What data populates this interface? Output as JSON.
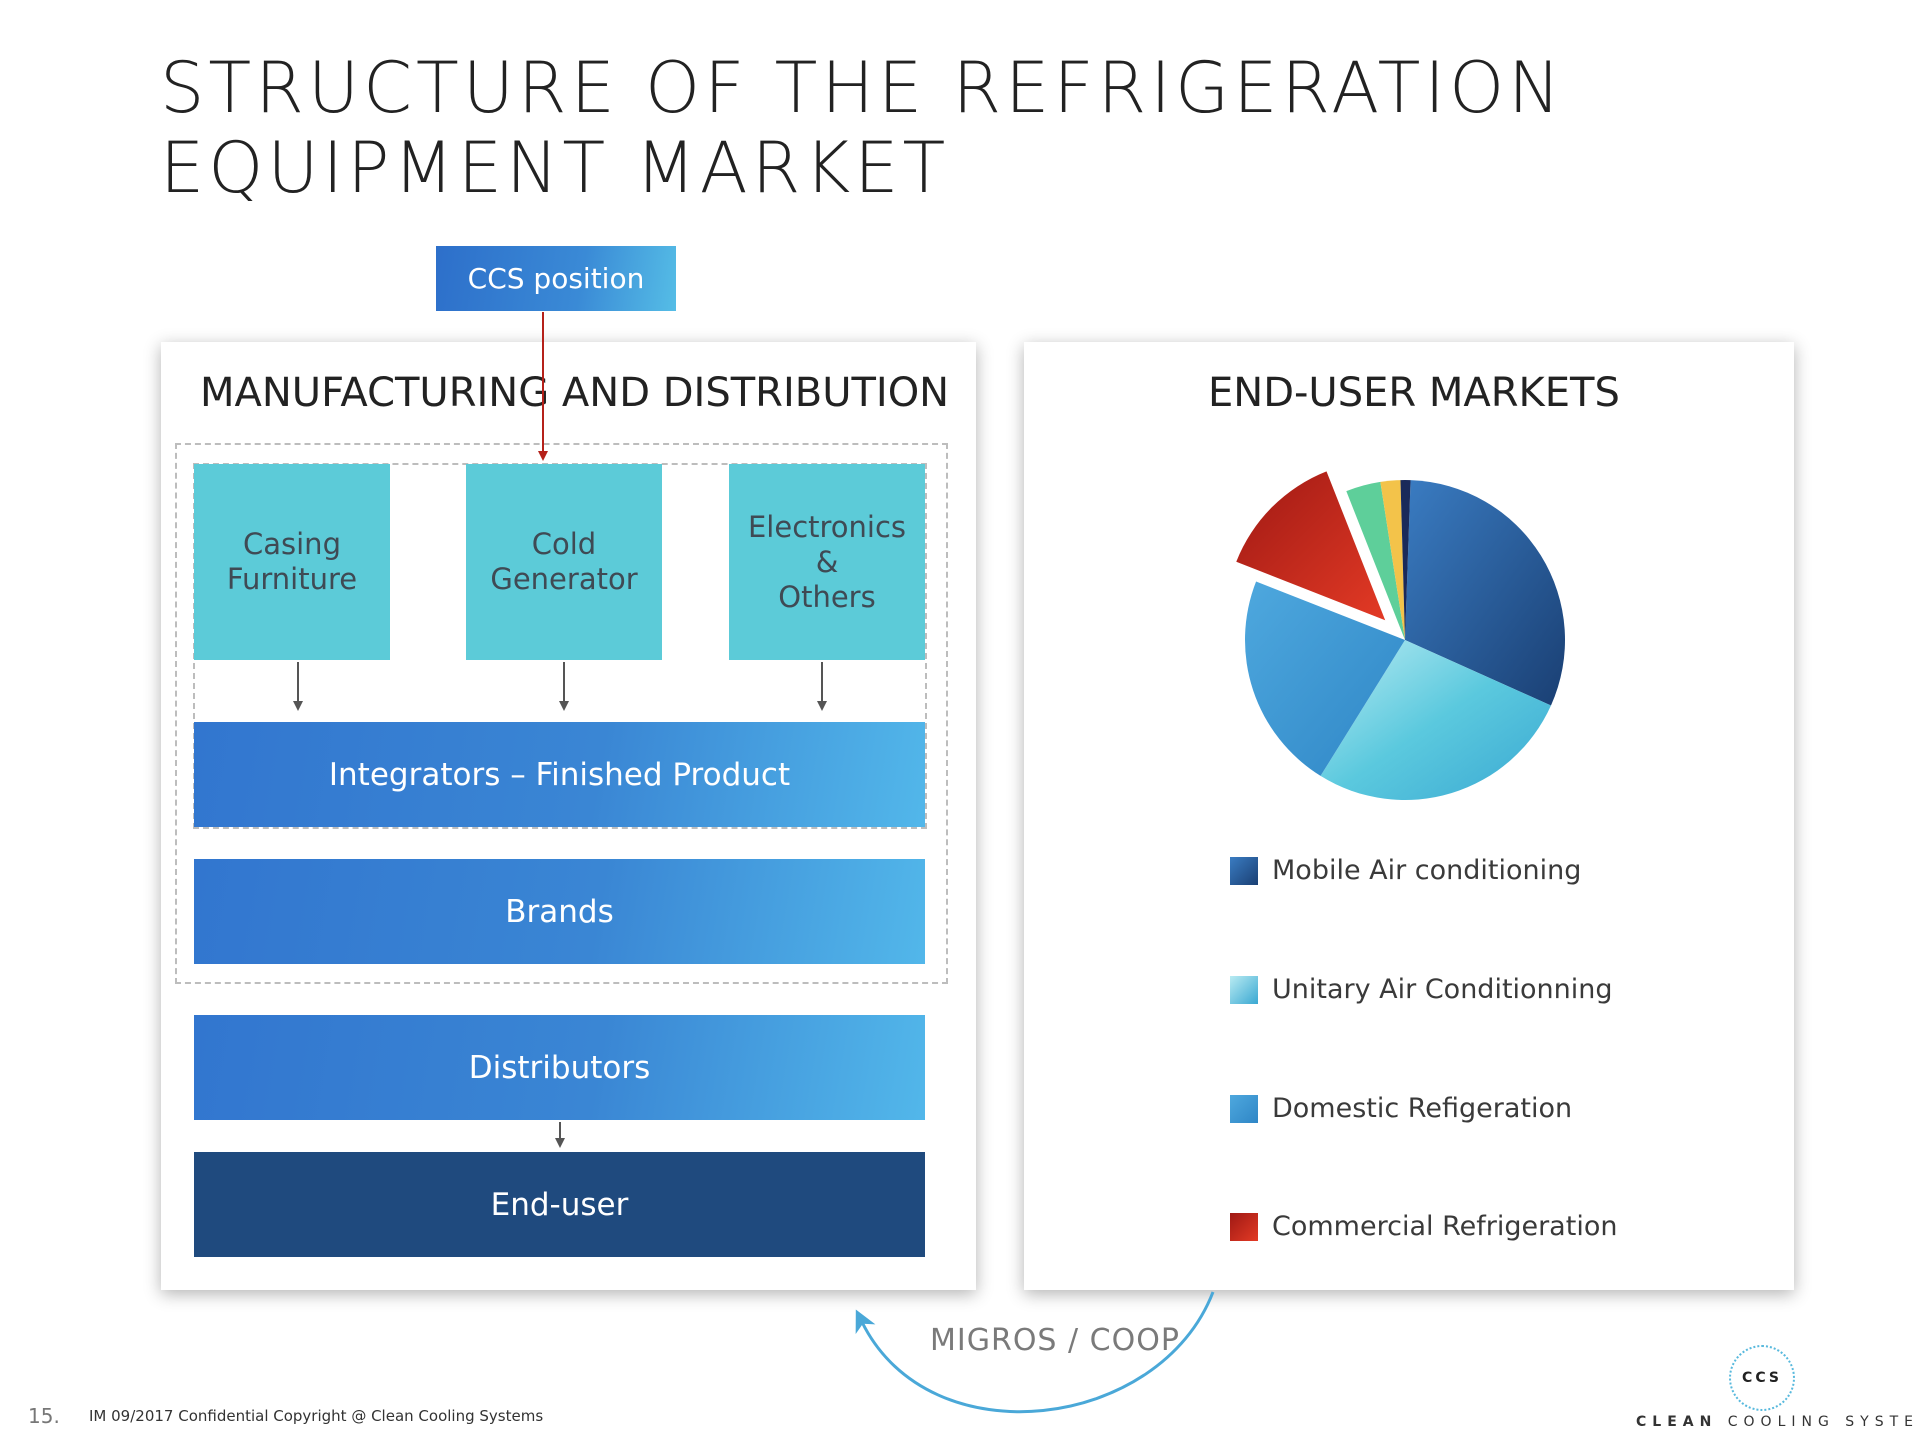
{
  "title": {
    "line1": "STRUCTURE OF THE REFRIGERATION",
    "line2": "EQUIPMENT MARKET"
  },
  "ccs_position": "CCS position",
  "left_panel": {
    "heading": "MANUFACTURING AND DISTRIBUTION",
    "components": [
      {
        "label": "Casing\nFurniture"
      },
      {
        "label": "Cold\nGenerator"
      },
      {
        "label": "Electronics\n&\nOthers"
      }
    ],
    "integrators": "Integrators – Finished Product",
    "brands": "Brands",
    "distributors": "Distributors",
    "end_user": "End-user"
  },
  "right_panel": {
    "heading": "END-USER MARKETS",
    "legend": [
      {
        "label": "Mobile Air conditioning",
        "color": "#1f4e8a"
      },
      {
        "label": "Unitary Air Conditionning",
        "color": "#5cc9dc"
      },
      {
        "label": "Domestic Refigeration",
        "color": "#3a9ad6"
      },
      {
        "label": "Commercial Refrigeration",
        "color": "#c8241c"
      }
    ]
  },
  "chart_data": {
    "type": "pie",
    "title": "END-USER MARKETS",
    "slices": [
      {
        "label": "Mobile Air conditioning",
        "value": 31,
        "color": "#1f4e8a"
      },
      {
        "label": "Unitary Air Conditionning",
        "value": 27,
        "color": "#5cc9dc"
      },
      {
        "label": "Domestic Refigeration",
        "value": 22,
        "color": "#3a9ad6"
      },
      {
        "label": "Commercial Refrigeration",
        "value": 13,
        "color": "#c8241c",
        "exploded": true
      },
      {
        "label": "",
        "value": 3.5,
        "color": "#5ecf9a"
      },
      {
        "label": "",
        "value": 2,
        "color": "#f3c34a"
      },
      {
        "label": "",
        "value": 1,
        "color": "#1a2a5a"
      }
    ]
  },
  "migros_label": "MIGROS / COOP",
  "footer": {
    "page_number": "15.",
    "text": "IM 09/2017 Confidential Copyright @ Clean Cooling Systems"
  },
  "brand": {
    "logo_text": "CCS",
    "name_bold": "CLEAN",
    "name_rest": "COOLING SYSTEMS"
  }
}
